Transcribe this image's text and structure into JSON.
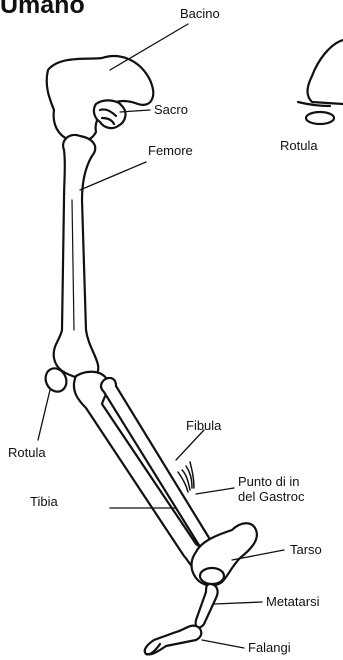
{
  "diagram": {
    "title": "Umano",
    "labels": {
      "bacino": "Bacino",
      "sacro": "Sacro",
      "femore": "Femore",
      "rotula_top": "Rotula",
      "rotula_left": "Rotula",
      "fibula": "Fibula",
      "tibia": "Tibia",
      "gastroc_1": "Punto di in",
      "gastroc_2": "del Gastroc",
      "tarso": "Tarso",
      "metatarsi": "Metatarsi",
      "falangi": "Falangi"
    },
    "colors": {
      "line": "#111111",
      "fill": "#ffffff"
    }
  }
}
